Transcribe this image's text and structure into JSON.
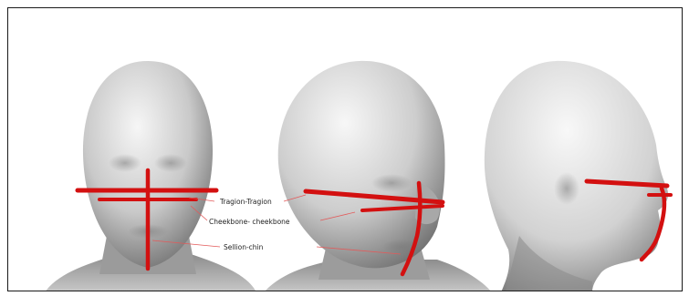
{
  "figure": {
    "labels": {
      "tragion": "Tragion-Tragion",
      "cheekbone": "Cheekbone- cheekbone",
      "sellion": "Sellion-chin"
    },
    "colors": {
      "measurement_line": "#d31010",
      "leader_line": "#e35a5a",
      "head_light": "#f4f4f4",
      "head_dark": "#6a6a6a",
      "frame": "#1a1a1a"
    }
  }
}
